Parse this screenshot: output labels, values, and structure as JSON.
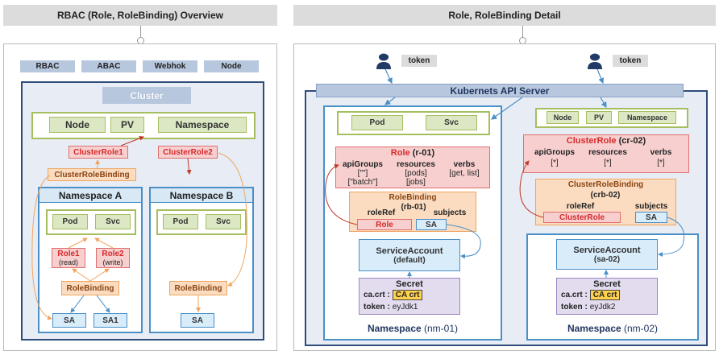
{
  "left": {
    "header": "RBAC (Role, RoleBinding) Overview",
    "auth_modes": [
      "RBAC",
      "ABAC",
      "Webhok",
      "Node"
    ],
    "cluster_label": "Cluster",
    "cluster_resources": [
      "Node",
      "PV",
      "Namespace"
    ],
    "cluster_role1": "ClusterRole1",
    "cluster_role_binding": "ClusterRoleBinding",
    "cluster_role2": "ClusterRole2",
    "ns_a": {
      "title": "Namespace A",
      "resources": [
        "Pod",
        "Svc"
      ],
      "role1": {
        "name": "Role1",
        "mode": "(read)"
      },
      "role2": {
        "name": "Role2",
        "mode": "(write)"
      },
      "rolebinding": "RoleBinding",
      "sa": [
        "SA",
        "SA1"
      ]
    },
    "ns_b": {
      "title": "Namespace B",
      "resources": [
        "Pod",
        "Svc"
      ],
      "rolebinding": "RoleBinding",
      "sa": "SA"
    }
  },
  "right": {
    "header": "Role, RoleBinding Detail",
    "token_label": "token",
    "api_server": "Kubernets API Server",
    "nm01": {
      "resources": [
        "Pod",
        "Svc"
      ],
      "role": {
        "title": "Role",
        "id": "(r-01)",
        "h_apigroups": "apiGroups",
        "h_resources": "resources",
        "h_verbs": "verbs",
        "apigroups": [
          "[\"\"]",
          "[\"batch\"]"
        ],
        "resources": [
          "[pods]",
          "[jobs]"
        ],
        "verbs": "[get, list]"
      },
      "rolebinding": {
        "title": "RoleBinding",
        "id": "(rb-01)",
        "roleref_label": "roleRef",
        "roleref_value": "Role",
        "subjects_label": "subjects",
        "subjects_value": "SA"
      },
      "serviceaccount": {
        "title": "ServiceAccount",
        "name": "(default)"
      },
      "secret": {
        "title": "Secret",
        "ca_key": "ca.crt :",
        "ca_value": "CA crt",
        "token_key": "token :",
        "token_value": "eyJdk1"
      },
      "ns_label": "Namespace",
      "ns_name": "(nm-01)"
    },
    "nm02": {
      "cluster_resources": [
        "Node",
        "PV",
        "Namespace"
      ],
      "clusterrole": {
        "title": "ClusterRole",
        "id": "(cr-02)",
        "h_apigroups": "apiGroups",
        "h_resources": "resources",
        "h_verbs": "verbs",
        "apigroups": "[*]",
        "resources": "[*]",
        "verbs": "[*]"
      },
      "crb": {
        "title": "ClusterRoleBinding",
        "id": "(crb-02)",
        "roleref_label": "roleRef",
        "roleref_value": "ClusterRole",
        "subjects_label": "subjects",
        "subjects_value": "SA"
      },
      "serviceaccount": {
        "title": "ServiceAccount",
        "name": "(sa-02)"
      },
      "secret": {
        "title": "Secret",
        "ca_key": "ca.crt :",
        "ca_value": "CA crt",
        "token_key": "token :",
        "token_value": "eyJdk2"
      },
      "ns_label": "Namespace",
      "ns_name": "(nm-02)"
    }
  }
}
